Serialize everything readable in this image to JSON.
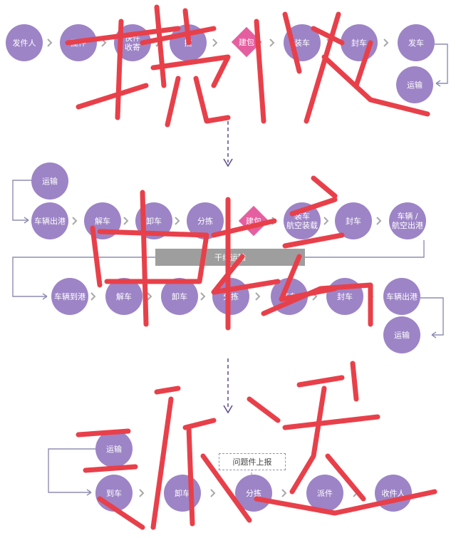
{
  "section1": {
    "nodes": [
      "发件人",
      "揽件",
      "快件\n收寄",
      "揽",
      "",
      "装车",
      "封车",
      "发车"
    ],
    "diamond": "建包",
    "transport": "运输"
  },
  "section2": {
    "transport_top": "运输",
    "row1": [
      "车辆出港",
      "解车",
      "卸车",
      "分拣",
      "",
      "装车\n航空装载",
      "封车",
      "车辆 /\n航空出港"
    ],
    "diamond": "建包",
    "trunk_bar": "干线运输",
    "row2": [
      "车辆到港",
      "解车",
      "卸车",
      "分拣",
      "装车",
      "封车",
      "车辆出港"
    ],
    "transport_bottom": "运输"
  },
  "section3": {
    "transport": "运输",
    "nodes": [
      "到车",
      "卸车",
      "分拣",
      "派件",
      "收件人"
    ],
    "report": "问题件上报"
  },
  "handwriting": {
    "word1": "揽收",
    "word2": "中转",
    "word3": "派送",
    "color": "#e8404a"
  },
  "colors": {
    "node": "#9d84c6",
    "diamond": "#e55fa0",
    "bar": "#9e9e9e",
    "arrow": "#8d8db3"
  }
}
